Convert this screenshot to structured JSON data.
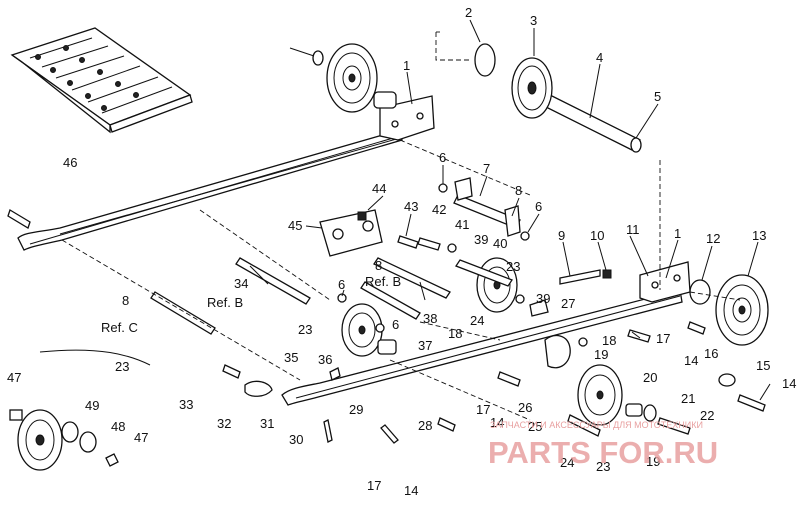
{
  "labels": [
    {
      "t": "1"
    },
    {
      "t": "2"
    },
    {
      "t": "3"
    },
    {
      "t": "4"
    },
    {
      "t": "5"
    },
    {
      "t": "6"
    },
    {
      "t": "7"
    },
    {
      "t": "8"
    },
    {
      "t": "6"
    },
    {
      "t": "44"
    },
    {
      "t": "43"
    },
    {
      "t": "42"
    },
    {
      "t": "41"
    },
    {
      "t": "39"
    },
    {
      "t": "40"
    },
    {
      "t": "45"
    },
    {
      "t": "9"
    },
    {
      "t": "10"
    },
    {
      "t": "11"
    },
    {
      "t": "1"
    },
    {
      "t": "12"
    },
    {
      "t": "13"
    },
    {
      "t": "23"
    },
    {
      "t": "39"
    },
    {
      "t": "27"
    },
    {
      "t": "24"
    },
    {
      "t": "8"
    },
    {
      "t": "38"
    },
    {
      "t": "34"
    },
    {
      "t": "6"
    },
    {
      "t": "23"
    },
    {
      "t": "6"
    },
    {
      "t": "37"
    },
    {
      "t": "18"
    },
    {
      "t": "18"
    },
    {
      "t": "17"
    },
    {
      "t": "14"
    },
    {
      "t": "16"
    },
    {
      "t": "15"
    },
    {
      "t": "14"
    },
    {
      "t": "19"
    },
    {
      "t": "20"
    },
    {
      "t": "21"
    },
    {
      "t": "22"
    },
    {
      "t": "26"
    },
    {
      "t": "25"
    },
    {
      "t": "17"
    },
    {
      "t": "14"
    },
    {
      "t": "24"
    },
    {
      "t": "23"
    },
    {
      "t": "19"
    },
    {
      "t": "8"
    },
    {
      "t": "35"
    },
    {
      "t": "36"
    },
    {
      "t": "33"
    },
    {
      "t": "32"
    },
    {
      "t": "31"
    },
    {
      "t": "29"
    },
    {
      "t": "28"
    },
    {
      "t": "30"
    },
    {
      "t": "17"
    },
    {
      "t": "14"
    },
    {
      "t": "46"
    },
    {
      "t": "23"
    },
    {
      "t": "47"
    },
    {
      "t": "49"
    },
    {
      "t": "48"
    },
    {
      "t": "47"
    }
  ],
  "refs": {
    "ref_b_a": "Ref. B",
    "ref_b_b": "Ref. B",
    "ref_c": "Ref. C"
  },
  "watermark": {
    "tagline": "ЗАПЧАСТИ И АКСЕССУАРЫ ДЛЯ МОТОТЕХНИКИ",
    "brand": "PARTS FOR.RU"
  },
  "colors": {
    "ink": "#111111",
    "watermark": "#e8a0a0"
  }
}
